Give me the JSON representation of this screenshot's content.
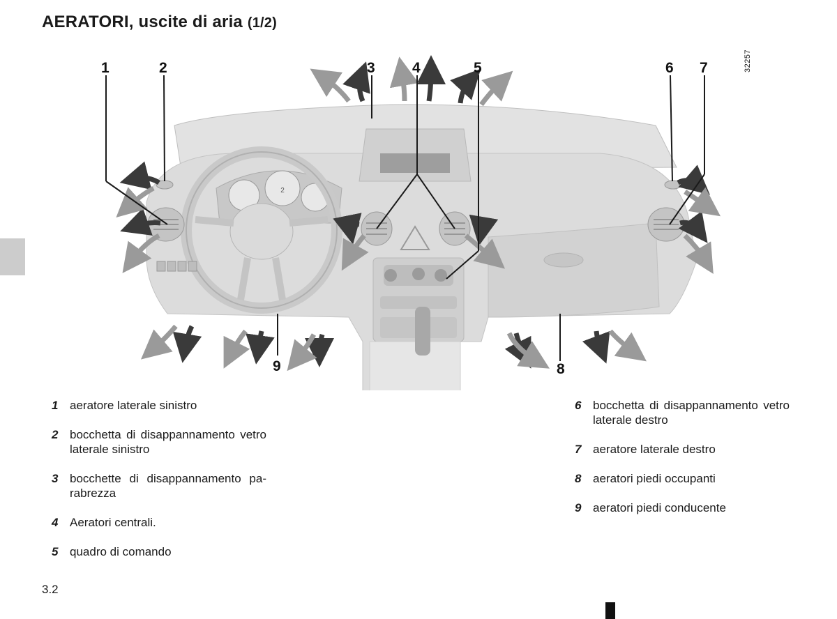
{
  "title": {
    "main": "AERATORI, uscite di aria",
    "sub": "(1/2)"
  },
  "figure": {
    "id": "32257",
    "callouts": [
      "1",
      "2",
      "3",
      "4",
      "5",
      "6",
      "7",
      "8",
      "9"
    ],
    "cluster_text": "2"
  },
  "legend_left": [
    {
      "num": "1",
      "text": "aeratore laterale sinistro"
    },
    {
      "num": "2",
      "text": "bocchetta di disappannamento vetro laterale sinistro"
    },
    {
      "num": "3",
      "text": "bocchette di disappannamento pa-rabrezza"
    },
    {
      "num": "4",
      "text": "Aeratori centrali."
    },
    {
      "num": "5",
      "text": "quadro di comando"
    }
  ],
  "legend_right": [
    {
      "num": "6",
      "text": "bocchetta di disappannamento vetro laterale destro"
    },
    {
      "num": "7",
      "text": "aeratore laterale destro"
    },
    {
      "num": "8",
      "text": "aeratori piedi occupanti"
    },
    {
      "num": "9",
      "text": "aeratori piedi conducente"
    }
  ],
  "page_number": "3.2",
  "colors": {
    "tab": "#cccccc",
    "dashboard": "#d9d9d9",
    "arrow": "#3a3a3a",
    "text": "#1a1a1a"
  },
  "icons": [
    "dashboard-illustration",
    "air-flow-arrow-icon",
    "steering-wheel-icon",
    "vent-icon"
  ]
}
